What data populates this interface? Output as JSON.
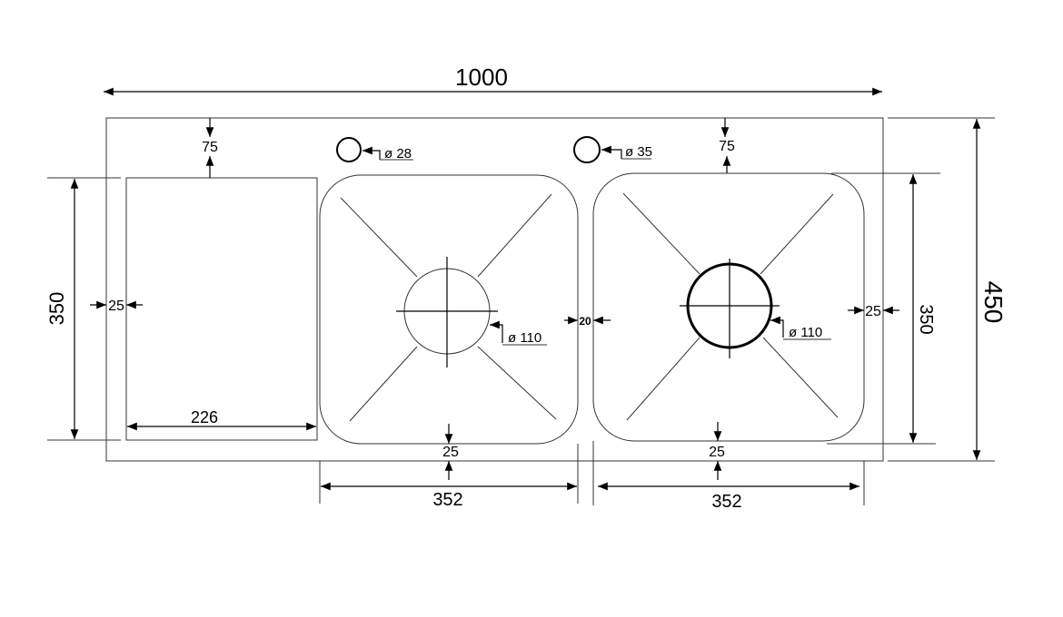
{
  "dimensions": {
    "overall_width": "1000",
    "overall_depth": "450",
    "top_margin_left": "75",
    "top_margin_right": "75",
    "drainboard_depth": "350",
    "drainboard_width": "226",
    "left_margin": "25",
    "right_margin": "25",
    "bowl_gap": "20",
    "bottom_margin_left": "25",
    "bottom_margin_right": "25",
    "bowl_width_left": "352",
    "bowl_width_right": "352",
    "bowl_depth_right": "350"
  },
  "holes": {
    "tap_hole_left": "ø 28",
    "tap_hole_right": "ø 35",
    "drain_left": "ø 110",
    "drain_right": "ø 110"
  }
}
